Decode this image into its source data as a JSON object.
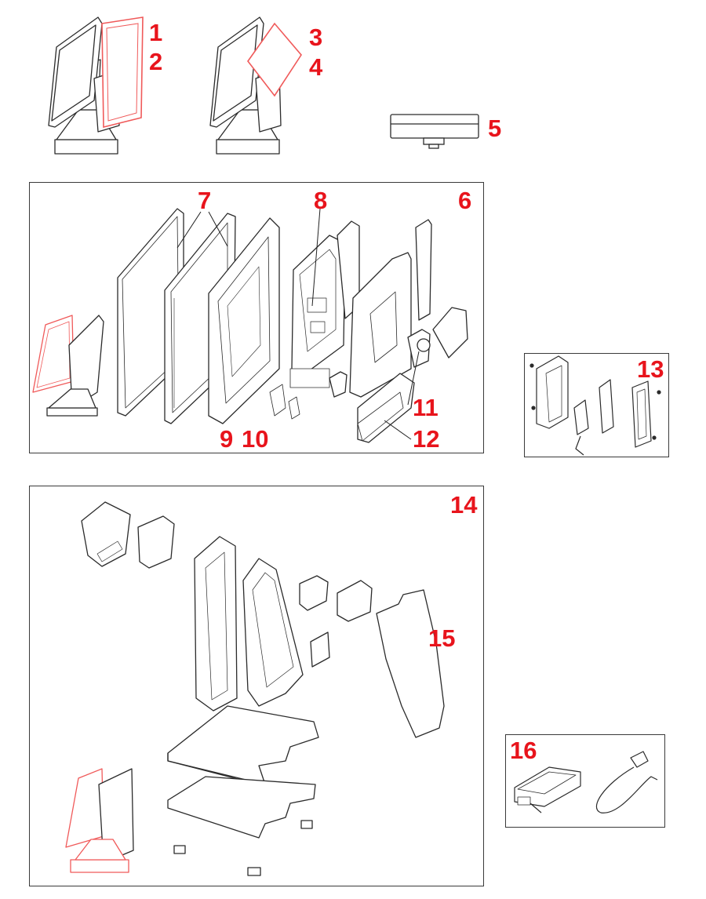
{
  "colors": {
    "label": "#e8141c",
    "line": "#2b2b2b",
    "highlight": "#f05a5a",
    "frame": "#3a3a3a"
  },
  "labels": {
    "l1": "1",
    "l2": "2",
    "l3": "3",
    "l4": "4",
    "l5": "5",
    "l6": "6",
    "l7": "7",
    "l8": "8",
    "l9": "9",
    "l10": "10",
    "l11": "11",
    "l12": "12",
    "l13": "13",
    "l14": "14",
    "l15": "15",
    "l16": "16"
  }
}
